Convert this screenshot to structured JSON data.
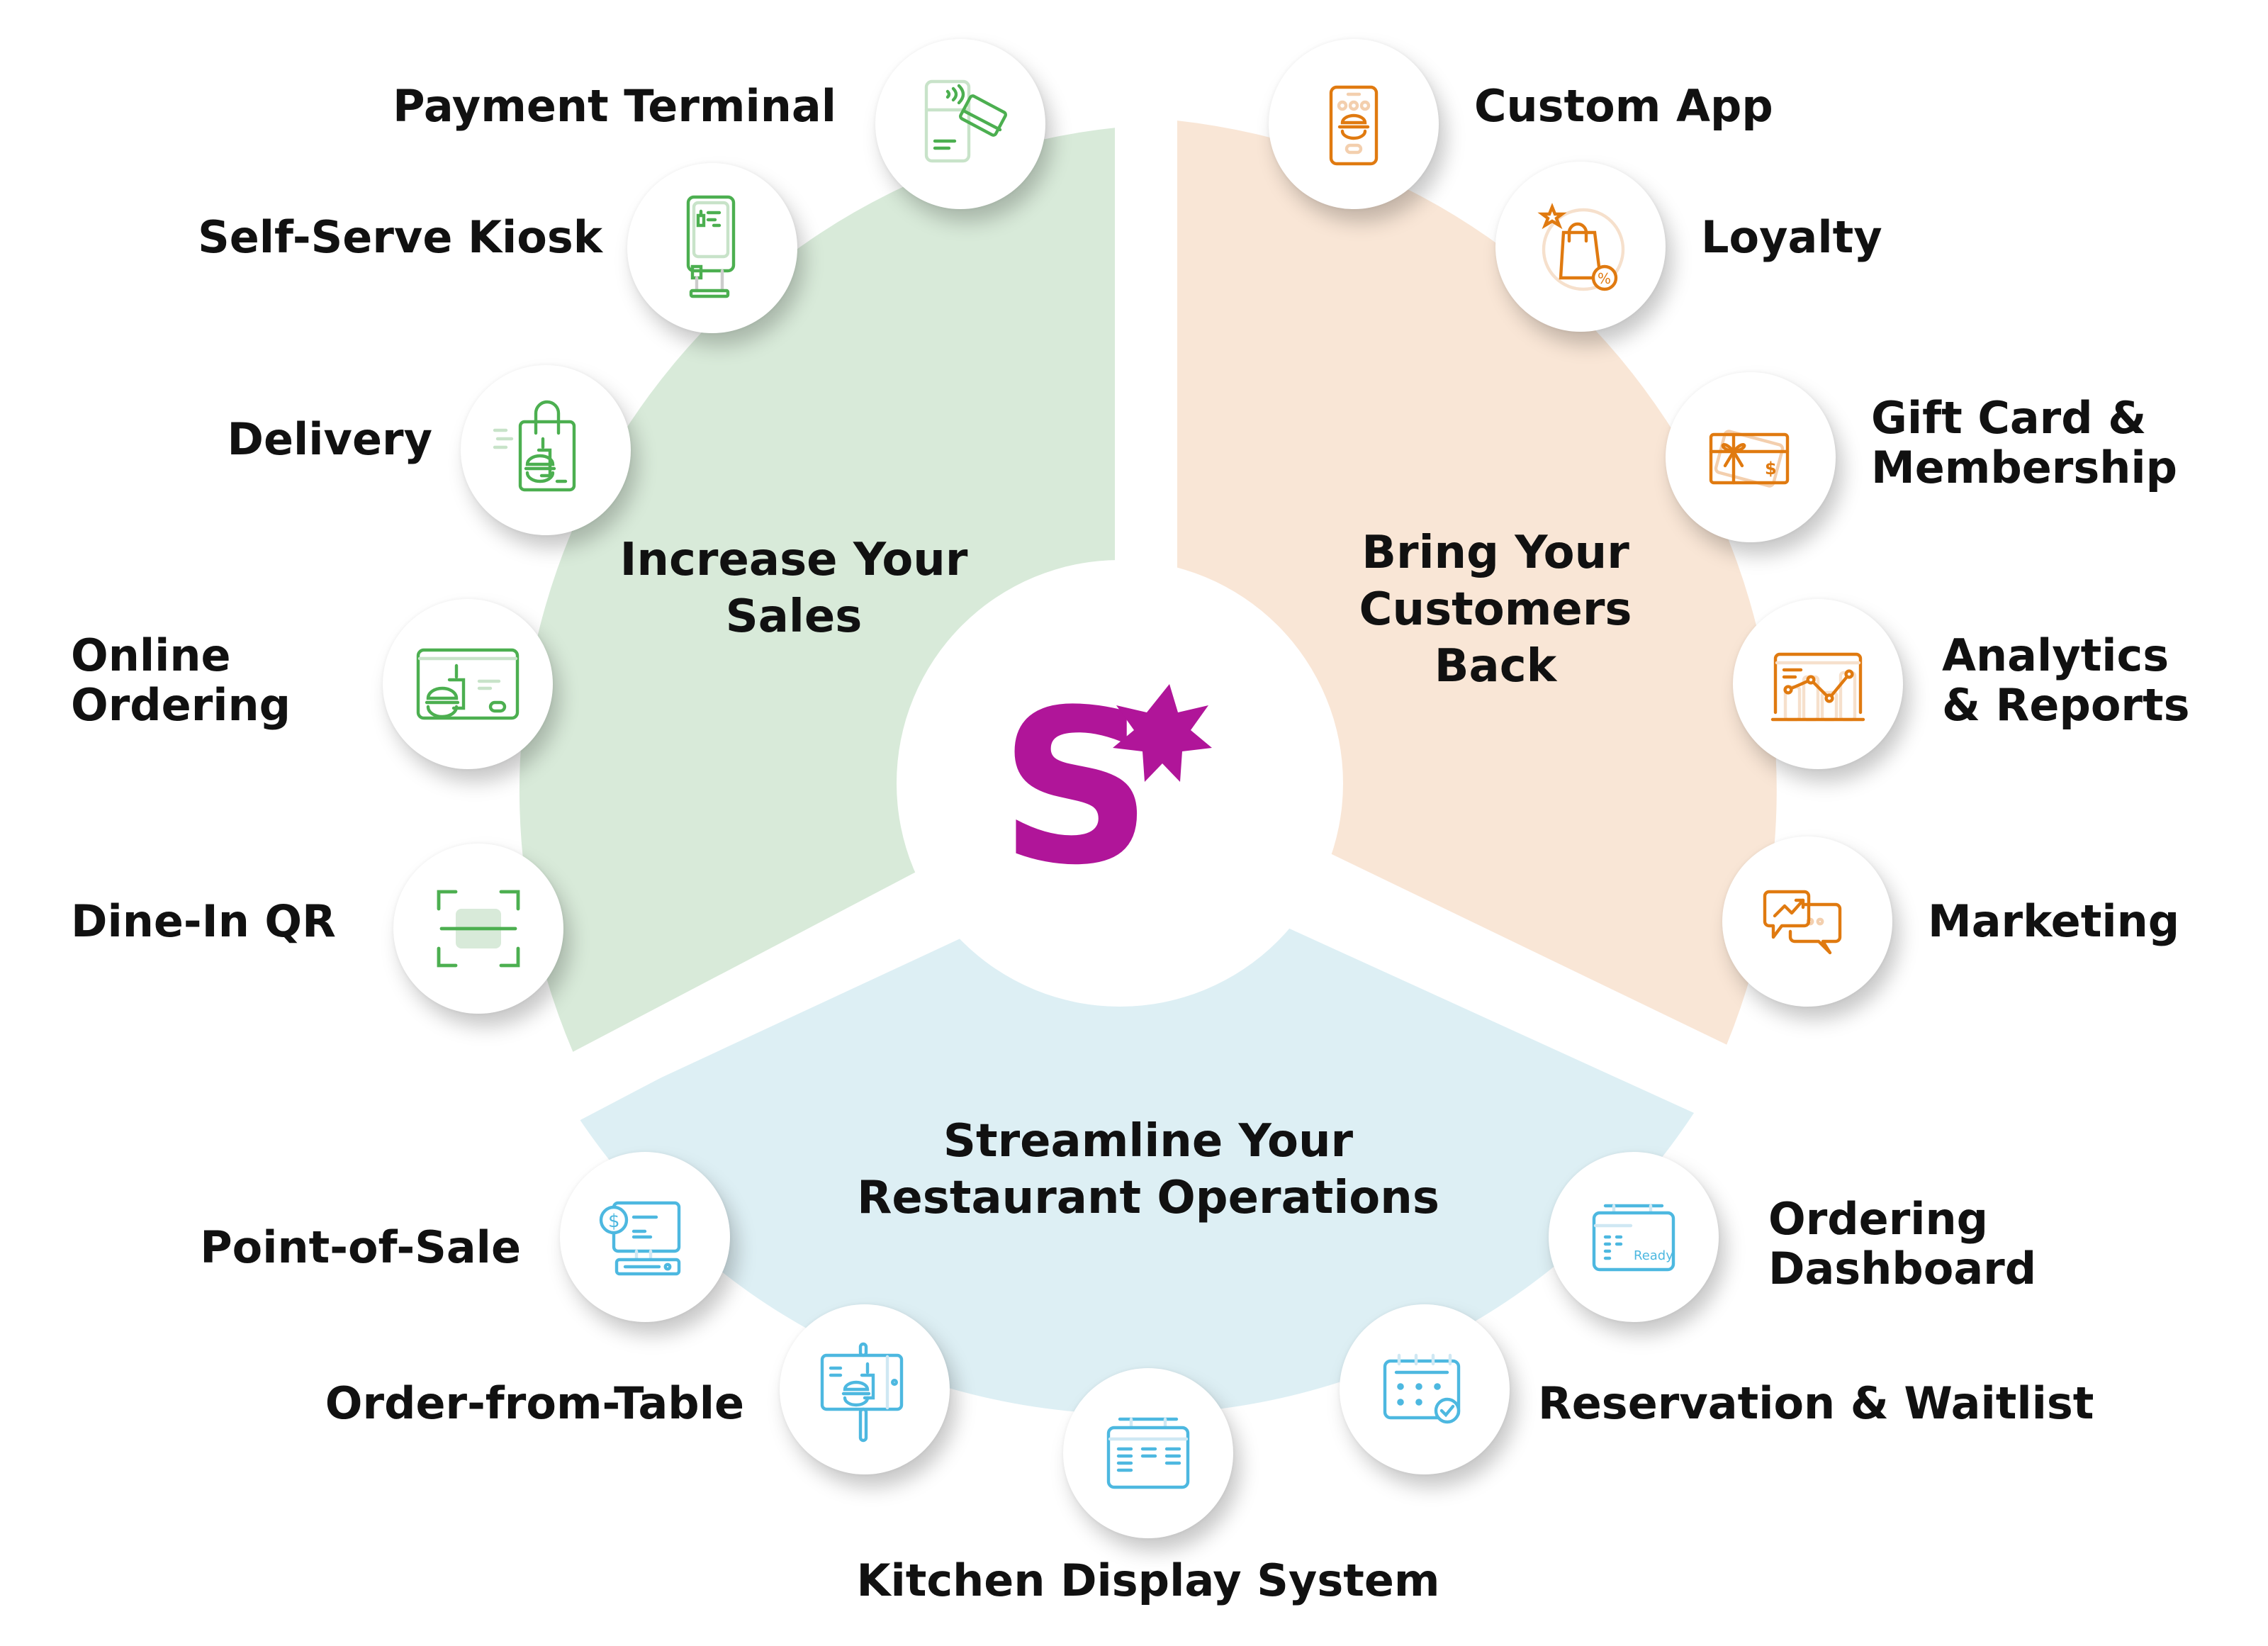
{
  "colors": {
    "green": "#4CAF50",
    "green_fill": "#D8EAD9",
    "orange": "#E07A10",
    "orange_fill": "#F9E6D6",
    "blue": "#4DB8E0",
    "blue_fill": "#DDEFF4",
    "brand": "#B01599"
  },
  "hub": {
    "logo_text": "S",
    "logo_mark": "star-six-point"
  },
  "sectors": [
    {
      "id": "increase-sales",
      "title": "Increase Your\nSales",
      "color": "green"
    },
    {
      "id": "bring-customers-back",
      "title": "Bring Your\nCustomers\nBack",
      "color": "orange"
    },
    {
      "id": "streamline-operations",
      "title": "Streamline Your\nRestaurant Operations",
      "color": "blue"
    }
  ],
  "features": {
    "green": [
      {
        "label": "Payment Terminal",
        "icon": "payment-terminal-icon"
      },
      {
        "label": "Self-Serve Kiosk",
        "icon": "kiosk-icon"
      },
      {
        "label": "Delivery",
        "icon": "delivery-bag-icon"
      },
      {
        "label": "Online\nOrdering",
        "icon": "online-ordering-icon"
      },
      {
        "label": "Dine-In QR",
        "icon": "qr-scan-icon"
      }
    ],
    "orange": [
      {
        "label": "Custom App",
        "icon": "mobile-app-icon"
      },
      {
        "label": "Loyalty",
        "icon": "loyalty-bag-icon"
      },
      {
        "label": "Gift Card &\nMembership",
        "icon": "gift-card-icon"
      },
      {
        "label": "Analytics\n& Reports",
        "icon": "analytics-chart-icon"
      },
      {
        "label": "Marketing",
        "icon": "marketing-chat-icon"
      }
    ],
    "blue": [
      {
        "label": "Point-of-Sale",
        "icon": "pos-terminal-icon"
      },
      {
        "label": "Order-from-Table",
        "icon": "table-tablet-icon"
      },
      {
        "label": "Kitchen Display System",
        "icon": "kitchen-display-icon"
      },
      {
        "label": "Reservation & Waitlist",
        "icon": "calendar-check-icon"
      },
      {
        "label": "Ordering\nDashboard",
        "icon": "ordering-dashboard-icon",
        "badge": "Ready"
      }
    ]
  }
}
